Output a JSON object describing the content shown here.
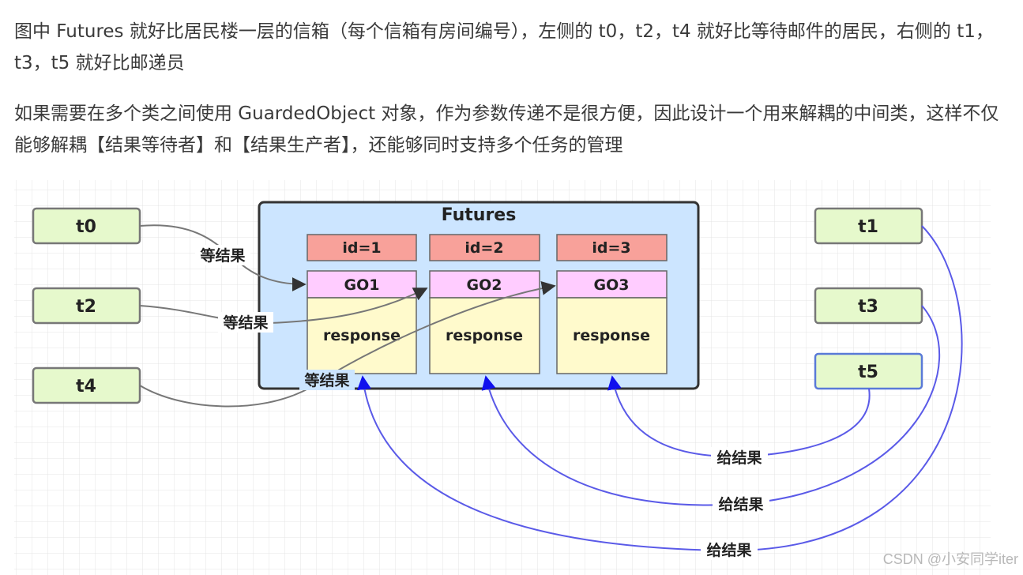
{
  "text": {
    "paragraph_1": "图中 Futures 就好比居民楼一层的信箱（每个信箱有房间编号），左侧的 t0，t2，t4 就好比等待邮件的居民，右侧的 t1，t3，t5 就好比邮递员",
    "paragraph_2": "如果需要在多个类之间使用 GuardedObject 对象，作为参数传递不是很方便，因此设计一个用来解耦的中间类，这样不仅能够解耦【结果等待者】和【结果生产者】，还能够同时支持多个任务的管理"
  },
  "diagram": {
    "container_title": "Futures",
    "waiters": [
      "t0",
      "t2",
      "t4"
    ],
    "producers": [
      "t1",
      "t3",
      "t5"
    ],
    "boxes": [
      {
        "id_label": "id=1",
        "name": "GO1",
        "body": "response"
      },
      {
        "id_label": "id=2",
        "name": "GO2",
        "body": "response"
      },
      {
        "id_label": "id=3",
        "name": "GO3",
        "body": "response"
      }
    ],
    "wait_label": "等结果",
    "give_label": "给结果"
  },
  "watermark": "CSDN @小安同学iter",
  "colors": {
    "grid": "#e4e4e4",
    "container_fill": "#cce5ff",
    "container_stroke": "#333333",
    "node_fill": "#e6f9cc",
    "node_stroke": "#777777",
    "id_fill": "#f8a19a",
    "go_fill": "#ffccff",
    "response_fill": "#fffacc",
    "wait_arrow": "#555555",
    "give_arrow": "#3333ee"
  }
}
